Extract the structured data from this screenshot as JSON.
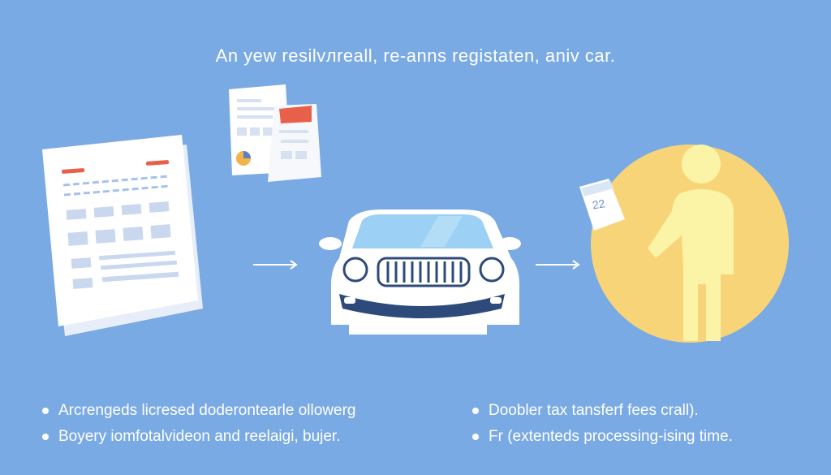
{
  "title": "An yew resilvлreall, re-anns registaten, aniv car.",
  "calendar_note": {
    "day": "22"
  },
  "bullets_left": [
    "Arcrengeds licresed doderontearle ollowerg",
    "Boyery iomfotalvideon and reelaigi, bujer."
  ],
  "bullets_right": [
    "Doobler tax tansferf fees crall).",
    "Fr (extenteds processing-ising time."
  ],
  "colors": {
    "background": "#7aaae3",
    "circle": "#f8d479",
    "person": "#fbf3a6",
    "car_window": "#9cd0f5",
    "car_grille": "#2e4a7a",
    "accent_red": "#e8604a"
  }
}
